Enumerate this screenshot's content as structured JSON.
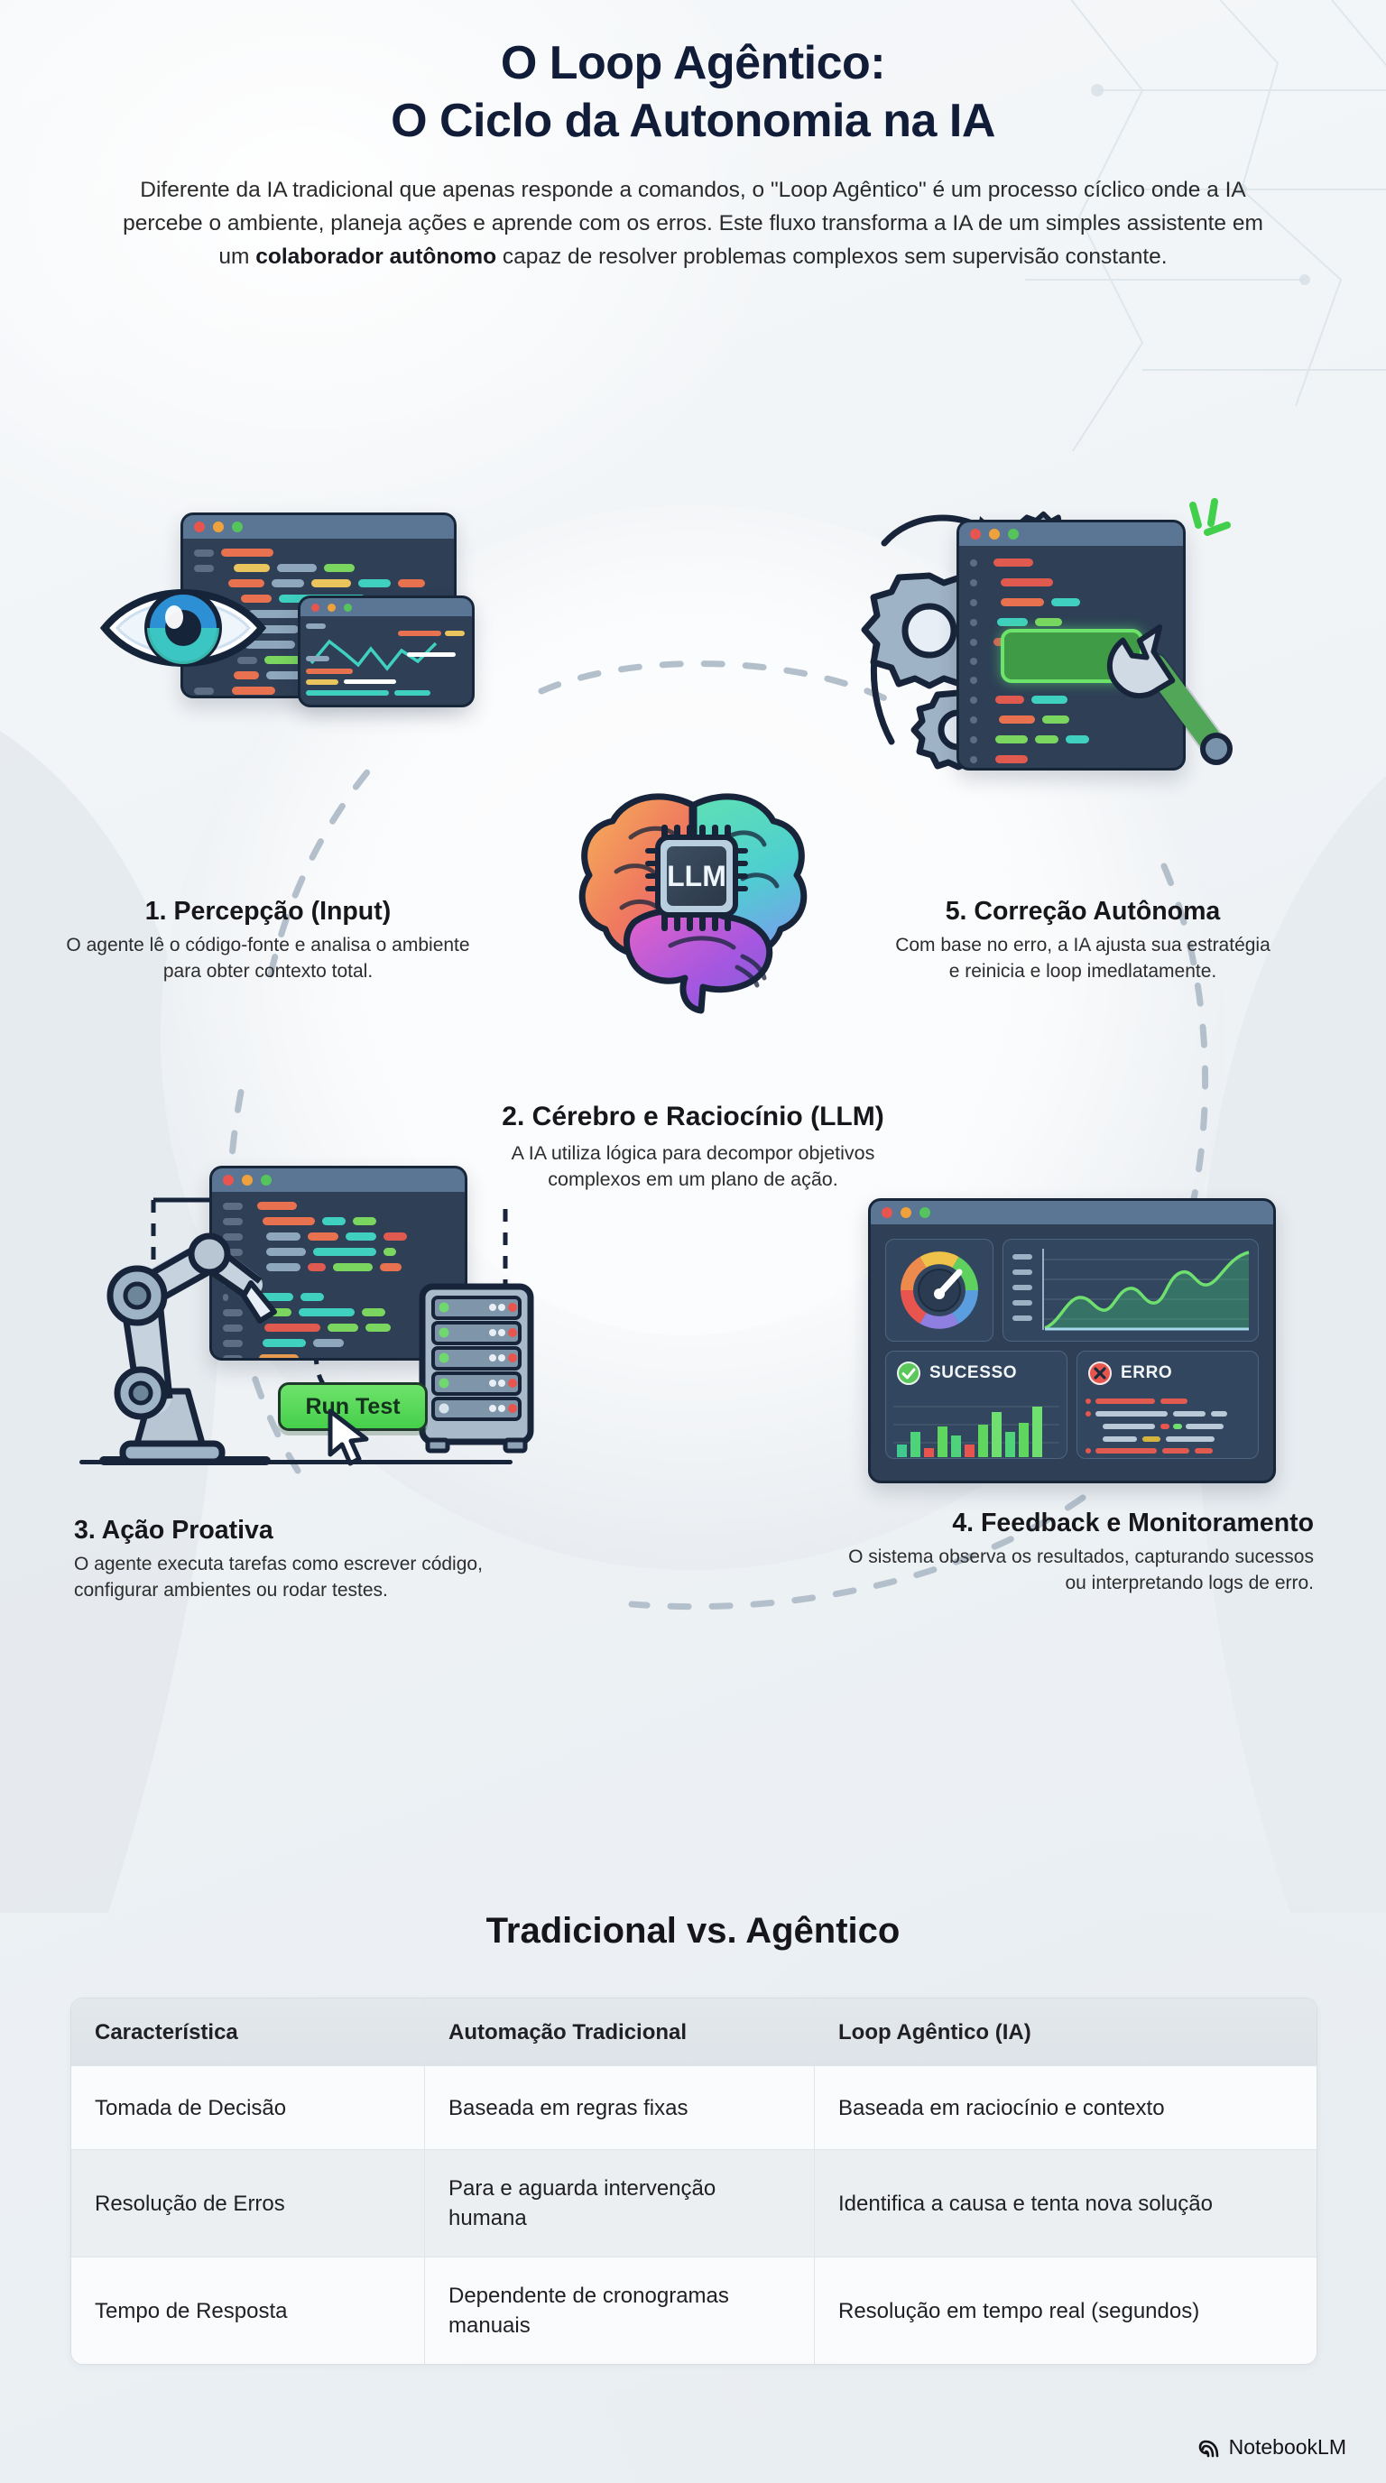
{
  "header": {
    "title_line1": "O Loop Agêntico:",
    "title_line2": "O Ciclo da Autonomia na IA",
    "intro_part1": "Diferente da IA tradicional que apenas responde a comandos, o \"Loop Agêntico\" é um processo cíclico onde a IA percebe o ambiente, planeja ações e aprende com os erros. Este fluxo transforma a IA de um simples assistente em um ",
    "intro_bold": "colaborador autônomo",
    "intro_part2": " capaz de resolver problemas complexos sem supervisão constante."
  },
  "steps": [
    {
      "id": "percepcao",
      "title": "1. Percepção (Input)",
      "desc": "O agente lê o código-fonte e analisa o ambiente para obter contexto total.",
      "icon": "eye-icon"
    },
    {
      "id": "cerebro",
      "title": "2. Cérebro e Raciocínio (LLM)",
      "desc": "A IA utiliza lógica para decompor objetivos complexos em um plano de ação.",
      "icon": "brain-chip-icon",
      "chip_label": "LLM"
    },
    {
      "id": "acao",
      "title": "3. Ação Proativa",
      "desc": "O agente executa tarefas como escrever código, configurar ambientes ou rodar testes.",
      "icon": "robot-arm-icon",
      "button_label": "Run Test"
    },
    {
      "id": "feedback",
      "title": "4. Feedback e Monitoramento",
      "desc": "O sistema observa os resultados, capturando sucessos ou interpretando logs de erro.",
      "icon": "dashboard-icon",
      "success_label": "SUCESSO",
      "error_label": "ERRO"
    },
    {
      "id": "correcao",
      "title": "5. Correção Autônoma",
      "desc": "Com base no erro, a IA ajusta sua estratégia e reinicia e loop imedlatamente.",
      "icon": "gears-wrench-icon"
    }
  ],
  "comparison": {
    "title": "Tradicional vs. Agêntico",
    "columns": [
      "Característica",
      "Automação Tradicional",
      "Loop Agêntico (IA)"
    ],
    "rows": [
      [
        "Tomada de Decisão",
        "Baseada em regras fixas",
        "Baseada em raciocínio e contexto"
      ],
      [
        "Resolução de Erros",
        "Para e aguarda intervenção humana",
        "Identifica a causa e tenta nova solução"
      ],
      [
        "Tempo de Resposta",
        "Dependente de cronogramas manuais",
        "Resolução em tempo real (segundos)"
      ]
    ]
  },
  "footer": {
    "brand": "NotebookLM"
  },
  "colors": {
    "title_navy": "#111c38",
    "accent_green": "#46cf4b",
    "error_red": "#e8554e",
    "window_dark": "#2e3f56",
    "window_border": "#18263a",
    "ring_dash": "#b3c0cb",
    "table_header_bg": "#e1e6eb"
  }
}
